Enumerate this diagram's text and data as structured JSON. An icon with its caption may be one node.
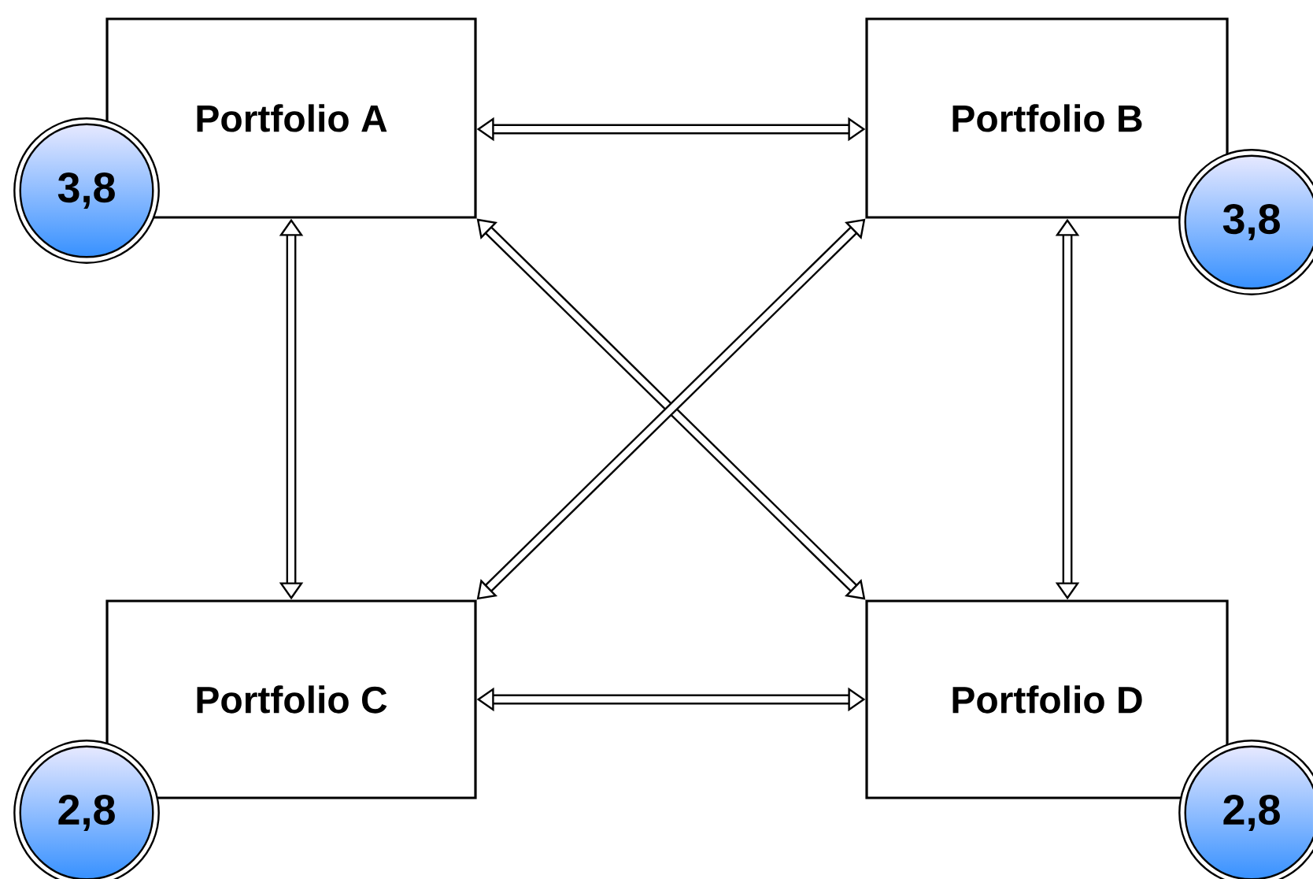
{
  "diagram": {
    "nodes": [
      {
        "text": [
          "Portfolio A"
        ]
      },
      {
        "text": [
          "3,8"
        ]
      },
      {
        "text": [
          "Portfolio B"
        ]
      },
      {
        "text": [
          "3,8"
        ]
      },
      {
        "text": [
          "Portfolio C"
        ]
      },
      {
        "text": [
          "2,8"
        ]
      },
      {
        "text": [
          "Portfolio D"
        ]
      },
      {
        "text": [
          "2,8"
        ]
      }
    ],
    "edges": [
      {
        "from": 0,
        "to": 2,
        "arrow": "both"
      },
      {
        "from": 0,
        "to": 4,
        "arrow": "both"
      },
      {
        "from": 2,
        "to": 6,
        "arrow": "both"
      },
      {
        "from": 0,
        "to": 6,
        "arrow": "both"
      },
      {
        "from": 2,
        "to": 4,
        "arrow": "both"
      },
      {
        "from": 4,
        "to": 6,
        "arrow": "both"
      }
    ]
  }
}
